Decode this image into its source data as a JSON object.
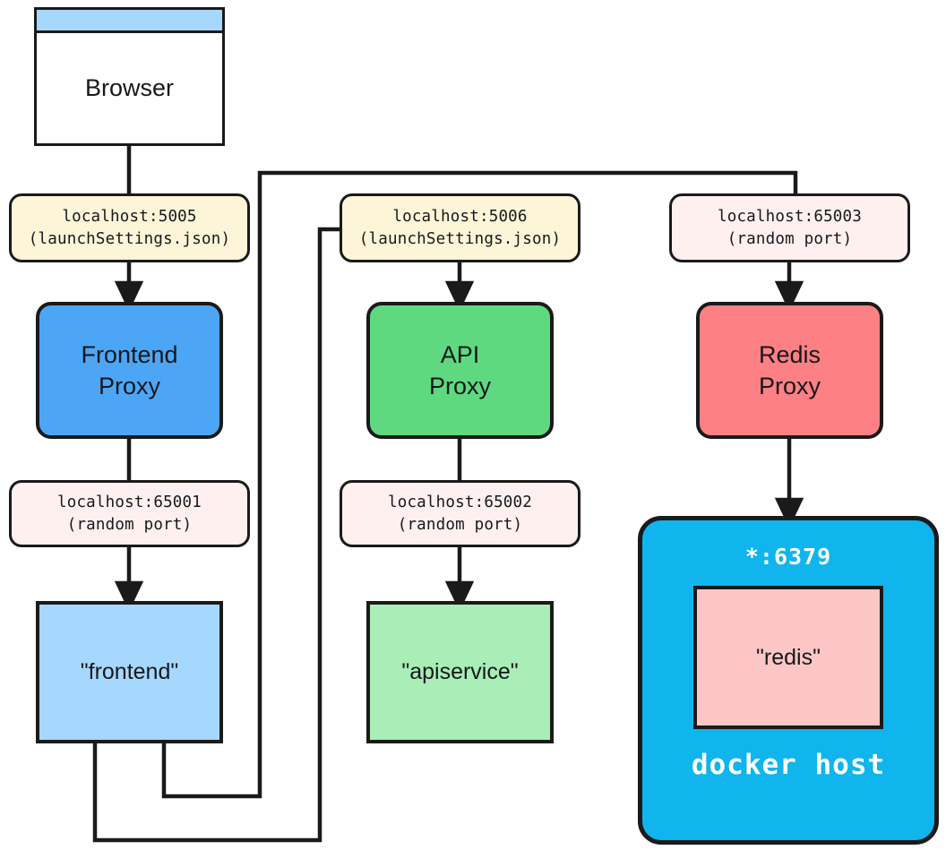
{
  "diagram": {
    "title": "Aspire proxy / port mapping diagram",
    "background": "#ffffff",
    "stroke": "#1a1a1a"
  },
  "browser": {
    "label": "Browser",
    "titlebar_color": "#a6d7fd"
  },
  "columns": {
    "frontend": {
      "entry_port": {
        "line1": "localhost:5005",
        "line2": "(launchSettings.json)",
        "color": "#fcf5d8"
      },
      "proxy": {
        "line1": "Frontend",
        "line2": "Proxy",
        "color": "#4da6f5"
      },
      "backend_port": {
        "line1": "localhost:65001",
        "line2": "(random port)",
        "color": "#fdf0ef"
      },
      "service": {
        "label": "\"frontend\"",
        "color": "#a6d7fd"
      }
    },
    "api": {
      "entry_port": {
        "line1": "localhost:5006",
        "line2": "(launchSettings.json)",
        "color": "#fcf5d8"
      },
      "proxy": {
        "line1": "API",
        "line2": "Proxy",
        "color": "#5fd97f"
      },
      "backend_port": {
        "line1": "localhost:65002",
        "line2": "(random port)",
        "color": "#fdf0ef"
      },
      "service": {
        "label": "\"apiservice\"",
        "color": "#a8eeb6"
      }
    },
    "redis": {
      "entry_port": {
        "line1": "localhost:65003",
        "line2": "(random port)",
        "color": "#fdf0ef"
      },
      "proxy": {
        "line1": "Redis",
        "line2": "Proxy",
        "color": "#fc8084"
      },
      "host": {
        "port_label": "*:6379",
        "caption": "docker host",
        "color": "#0fb5ec",
        "container": {
          "label": "\"redis\"",
          "color": "#fdc6c6"
        }
      }
    }
  },
  "edges": [
    {
      "name": "browser-to-5005",
      "from": "browser",
      "to": "frontend-entry-port",
      "arrow": false
    },
    {
      "name": "port5005-to-frontend-proxy",
      "from": "frontend-entry-port",
      "to": "frontend-proxy",
      "arrow": true
    },
    {
      "name": "frontend-proxy-to-65001",
      "from": "frontend-proxy",
      "to": "frontend-backend-port",
      "arrow": false
    },
    {
      "name": "port65001-to-frontend-service",
      "from": "frontend-backend-port",
      "to": "frontend-service",
      "arrow": true
    },
    {
      "name": "port5006-to-api-proxy",
      "from": "api-entry-port",
      "to": "api-proxy",
      "arrow": true
    },
    {
      "name": "api-proxy-to-65002",
      "from": "api-proxy",
      "to": "api-backend-port",
      "arrow": false
    },
    {
      "name": "port65002-to-api-service",
      "from": "api-backend-port",
      "to": "api-service",
      "arrow": true
    },
    {
      "name": "port65003-to-redis-proxy",
      "from": "redis-entry-port",
      "to": "redis-proxy",
      "arrow": true
    },
    {
      "name": "redis-proxy-to-docker-host",
      "from": "redis-proxy",
      "to": "docker-host",
      "arrow": true
    },
    {
      "name": "frontend-service-to-65003",
      "from": "frontend-service",
      "to": "redis-entry-port",
      "arrow": false
    },
    {
      "name": "frontend-service-to-5006",
      "from": "frontend-service",
      "to": "api-entry-port",
      "arrow": false
    }
  ]
}
